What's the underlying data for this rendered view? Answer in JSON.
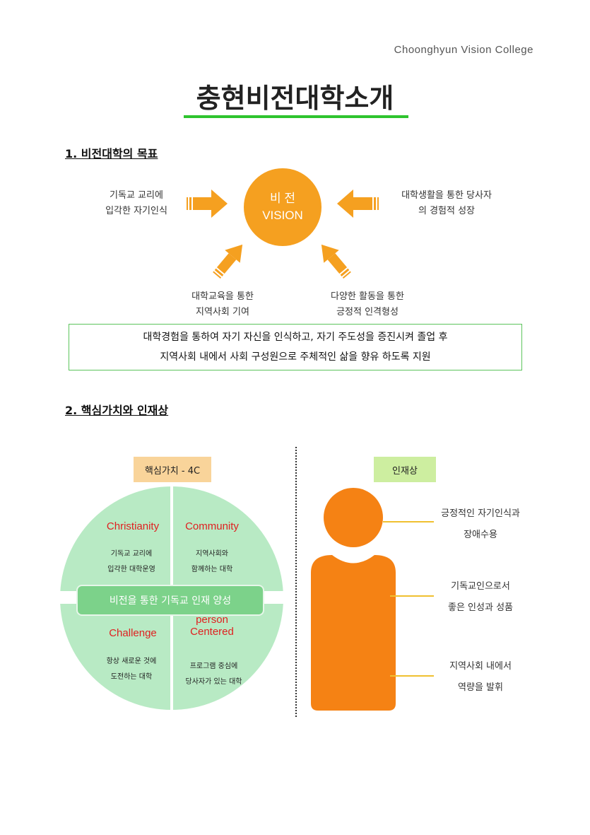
{
  "header": {
    "college": "Choonghyun Vision College",
    "title": "충현비전대학소개"
  },
  "section1": {
    "heading": "1. 비전대학의 목표",
    "vision": {
      "line1": "비 전",
      "line2": "VISION"
    },
    "inputs": [
      {
        "line1": "기독교 교리에",
        "line2": "입각한 자기인식"
      },
      {
        "line1": "대학생활을 통한 당사자",
        "line2": "의 경험적 성장"
      },
      {
        "line1": "대학교육을 통한",
        "line2": "지역사회 기여"
      },
      {
        "line1": "다양한 활동을 통한",
        "line2": "긍정적 인격형성"
      }
    ],
    "goal": {
      "line1": "대학경험을 통하여 자기 자신을 인식하고, 자기 주도성을 증진시켜 졸업 후",
      "line2": "지역사회 내에서 사회 구성원으로 주체적인 삶을 향유 하도록 지원"
    }
  },
  "section2": {
    "heading": "2. 핵심가치와 인재상",
    "core_label": "핵심가치 - 4C",
    "talent_label": "인재상",
    "values": [
      {
        "title": "Christianity",
        "desc1": "기독교 교리에",
        "desc2": "입각한 대학운영"
      },
      {
        "title": "Community",
        "desc1": "지역사회와",
        "desc2": "함께하는 대학"
      },
      {
        "title": "Challenge",
        "desc1": "항상 새로운 것에",
        "desc2": "도전하는 대학"
      },
      {
        "title_top": "person",
        "title": "Centered",
        "desc1": "프로그램 중심에",
        "desc2": "당사자가 있는 대학"
      }
    ],
    "center_banner": "비전을 통한 기독교 인재 양성",
    "traits": [
      {
        "line1": "긍정적인 자기인식과",
        "line2": "장애수용"
      },
      {
        "line1": "기독교인으로서",
        "line2": "좋은 인성과 성품"
      },
      {
        "line1": "지역사회 내에서",
        "line2": "역량을 발휘"
      }
    ]
  },
  "colors": {
    "accent_green": "#2ec42e",
    "vision_orange": "#f5a020",
    "person_orange": "#f58214",
    "quadrant_green": "#b8eac4",
    "core_label_bg": "#f9d49a",
    "talent_label_bg": "#cdeea0",
    "value_red": "#e02020"
  }
}
